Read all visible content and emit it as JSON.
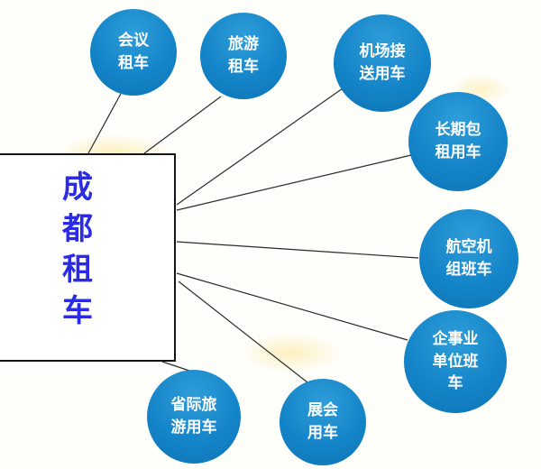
{
  "diagram": {
    "center": {
      "label": "成\n都\n租\n车",
      "text": "成都租车"
    },
    "nodes": [
      {
        "id": "conference-rental",
        "label": "会议\n租车",
        "text": "会议租车"
      },
      {
        "id": "tour-rental",
        "label": "旅游\n租车",
        "text": "旅游租车"
      },
      {
        "id": "airport-transfer",
        "label": "机场接\n送用车",
        "text": "机场接送用车"
      },
      {
        "id": "long-term-lease",
        "label": "长期包\n租用车",
        "text": "长期包租用车"
      },
      {
        "id": "flight-crew-shuttle",
        "label": "航空机\n组班车",
        "text": "航空机组班车"
      },
      {
        "id": "enterprise-shuttle",
        "label": "企事业\n单位班\n车",
        "text": "企事业单位班车"
      },
      {
        "id": "exhibition-car",
        "label": "展会\n用车",
        "text": "展会用车"
      },
      {
        "id": "interprovincial-tour",
        "label": "省际旅\n游用车",
        "text": "省际旅游用车"
      }
    ],
    "colors": {
      "node_fill": "#1485c9",
      "node_text": "#ffffff",
      "center_text": "#2b2be4",
      "center_border": "#151515",
      "connector": "#2b2b2b"
    }
  }
}
